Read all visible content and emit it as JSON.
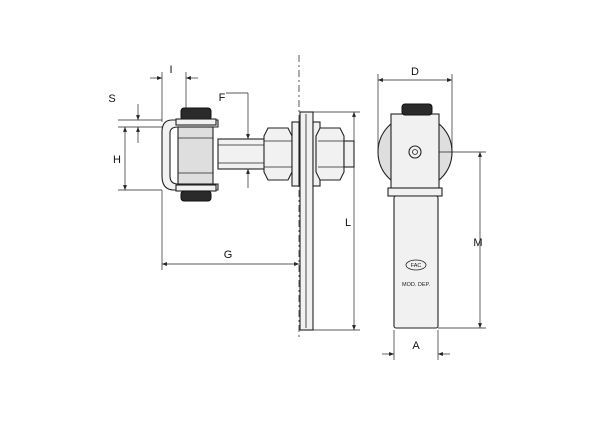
{
  "dimensions": {
    "I": "I",
    "S": "S",
    "F": "F",
    "H": "H",
    "G": "G",
    "L": "L",
    "D": "D",
    "M": "M",
    "A": "A"
  },
  "stamp": {
    "logo": "FAC",
    "model": "MOD. DEP."
  }
}
